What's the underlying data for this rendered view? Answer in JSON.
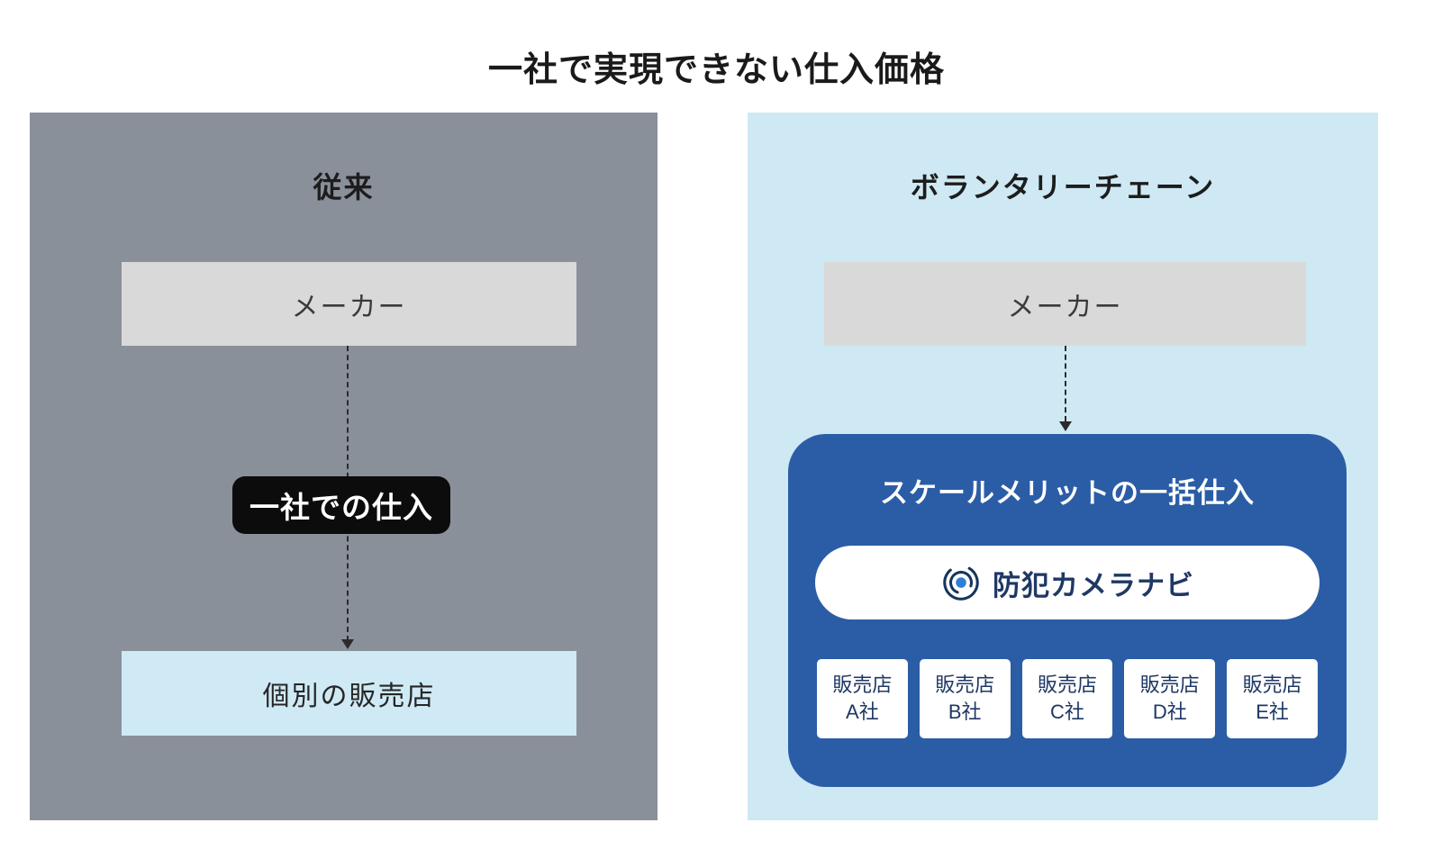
{
  "title": "一社で実現できない仕入価格",
  "left_panel": {
    "title": "従来",
    "maker_label": "メーカー",
    "badge_label": "一社での仕入",
    "dealer_label": "個別の販売店"
  },
  "right_panel": {
    "title": "ボランタリーチェーン",
    "maker_label": "メーカー",
    "bulk_title": "スケールメリットの一括仕入",
    "brand_label": "防犯カメラナビ",
    "dealers": [
      {
        "line1": "販売店",
        "line2": "A社"
      },
      {
        "line1": "販売店",
        "line2": "B社"
      },
      {
        "line1": "販売店",
        "line2": "C社"
      },
      {
        "line1": "販売店",
        "line2": "D社"
      },
      {
        "line1": "販売店",
        "line2": "E社"
      }
    ]
  },
  "colors": {
    "panel_gray": "#8a909a",
    "panel_lightblue": "#cee9f3",
    "maker_gray": "#d9d9d9",
    "dealer_lightblue": "#cfeaf4",
    "badge_black": "#0c0c0c",
    "bulk_blue": "#2b5da6",
    "navy_text": "#1f3864",
    "line_dark": "#2b2b2b",
    "logo_dot_blue": "#2f7fd6"
  }
}
